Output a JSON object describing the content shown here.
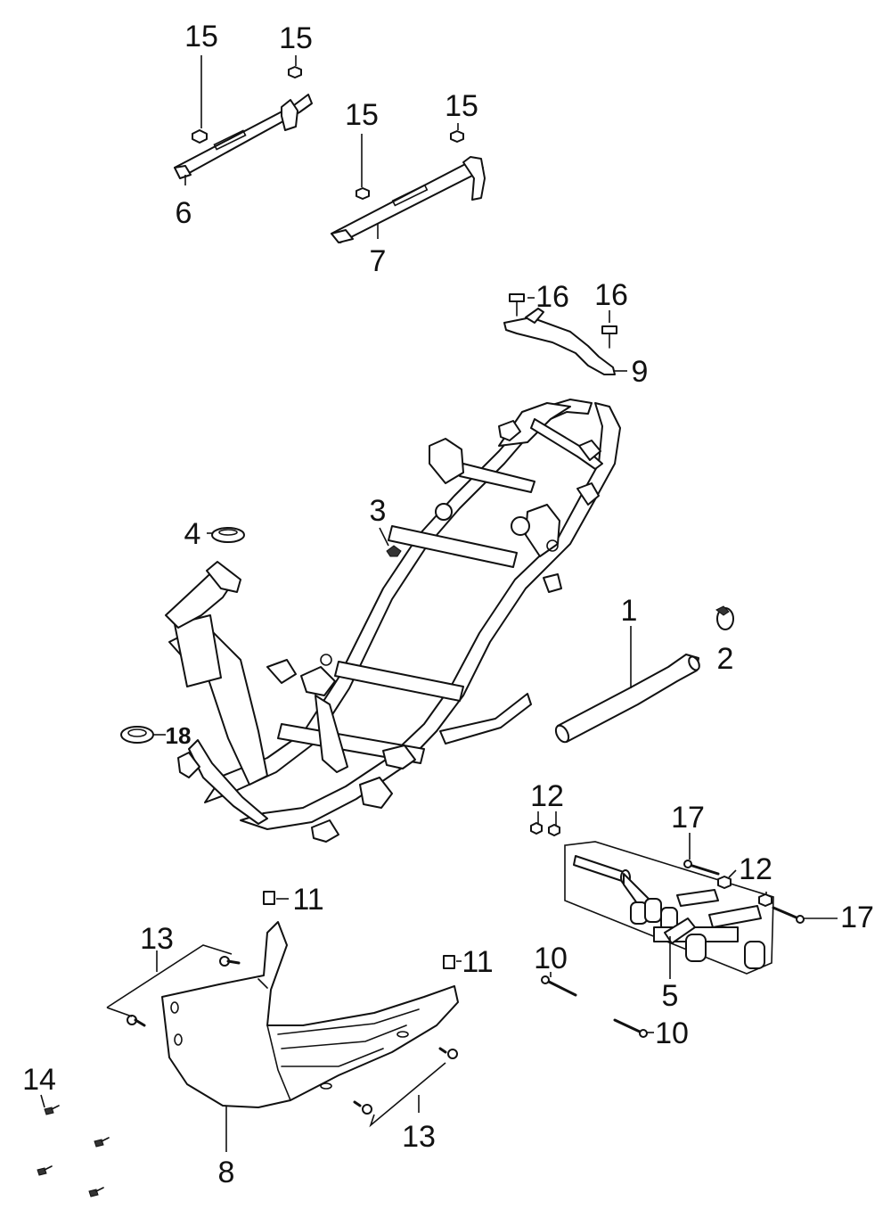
{
  "diagram": {
    "callouts": [
      {
        "id": "c1",
        "text": "1"
      },
      {
        "id": "c2",
        "text": "2"
      },
      {
        "id": "c3",
        "text": "3"
      },
      {
        "id": "c4",
        "text": "4"
      },
      {
        "id": "c5",
        "text": "5"
      },
      {
        "id": "c6",
        "text": "6"
      },
      {
        "id": "c7",
        "text": "7"
      },
      {
        "id": "c8",
        "text": "8"
      },
      {
        "id": "c9",
        "text": "9"
      },
      {
        "id": "c10a",
        "text": "10"
      },
      {
        "id": "c10b",
        "text": "10"
      },
      {
        "id": "c11a",
        "text": "11"
      },
      {
        "id": "c11b",
        "text": "11"
      },
      {
        "id": "c12a",
        "text": "12"
      },
      {
        "id": "c12b",
        "text": "12"
      },
      {
        "id": "c13a",
        "text": "13"
      },
      {
        "id": "c13b",
        "text": "13"
      },
      {
        "id": "c14",
        "text": "14"
      },
      {
        "id": "c15a",
        "text": "15"
      },
      {
        "id": "c15b",
        "text": "15"
      },
      {
        "id": "c15c",
        "text": "15"
      },
      {
        "id": "c15d",
        "text": "15"
      },
      {
        "id": "c16a",
        "text": "16"
      },
      {
        "id": "c16b",
        "text": "16"
      },
      {
        "id": "c17a",
        "text": "17"
      },
      {
        "id": "c17b",
        "text": "17"
      },
      {
        "id": "c18",
        "text": "18"
      }
    ]
  }
}
